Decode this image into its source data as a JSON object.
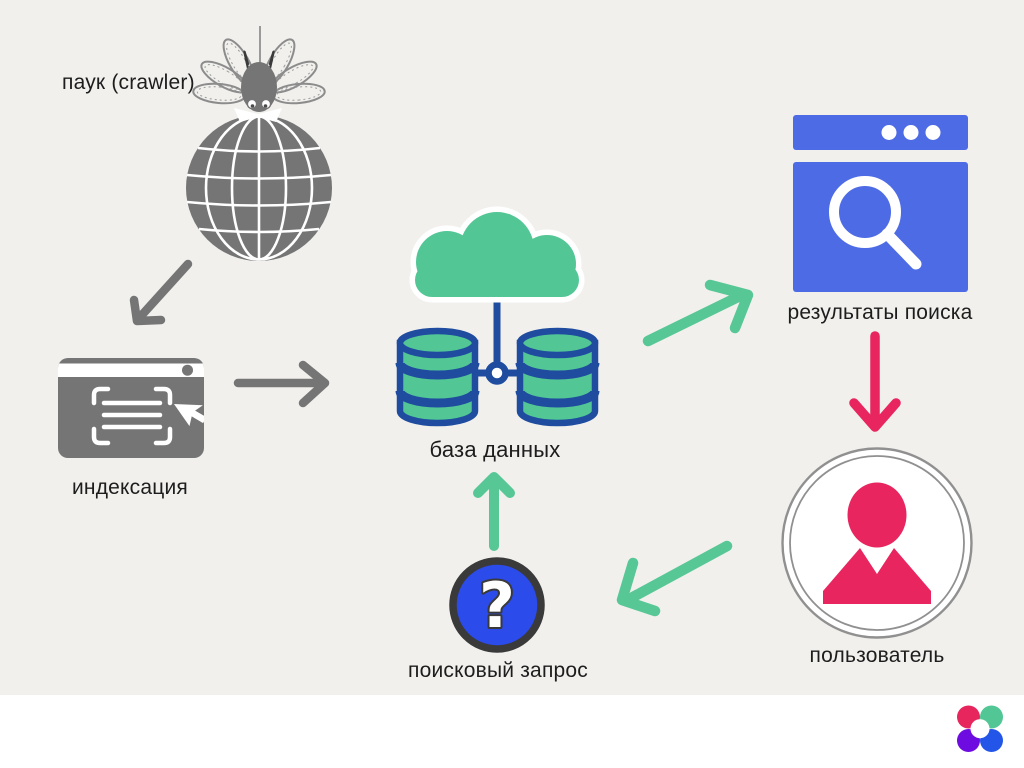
{
  "canvas": {
    "background": "#f1f0ed",
    "footer_background": "#ffffff"
  },
  "palette": {
    "gray": "#757575",
    "green": "#52c795",
    "green_arrow": "#57c795",
    "blue_dark_outline": "#1f4c9e",
    "blue_browser": "#4e6be6",
    "blue_question": "#2b4beb",
    "pink": "#e8255e",
    "violet_logo": "#6e0be0",
    "blue_logo": "#2356e8",
    "text": "#1d1d1d"
  },
  "nodes": {
    "crawler": {
      "label": "паук (crawler)",
      "icon": "spider-on-globe-icon"
    },
    "indexing": {
      "label": "индексация",
      "icon": "browser-scan-icon"
    },
    "database": {
      "label": "база данных",
      "icon": "cloud-databases-icon"
    },
    "search_results": {
      "label": "результаты поиска",
      "icon": "browser-magnifier-icon"
    },
    "user": {
      "label": "пользователь",
      "icon": "person-avatar-icon"
    },
    "search_query": {
      "label": "поисковый запрос",
      "icon": "question-mark-icon"
    }
  },
  "arrows": [
    {
      "name": "crawler-to-indexing",
      "color": "#757575",
      "direction": "down-left"
    },
    {
      "name": "indexing-to-database",
      "color": "#757575",
      "direction": "right"
    },
    {
      "name": "database-to-results",
      "color": "#57c795",
      "direction": "up-right"
    },
    {
      "name": "results-to-user",
      "color": "#e8255e",
      "direction": "down"
    },
    {
      "name": "user-to-query",
      "color": "#57c795",
      "direction": "down-left"
    },
    {
      "name": "query-to-database",
      "color": "#57c795",
      "direction": "up"
    }
  ],
  "logo": {
    "name": "four-petal-logo",
    "petal_colors": [
      "#e8265e",
      "#52c795",
      "#6e0be0",
      "#2356e8"
    ]
  }
}
